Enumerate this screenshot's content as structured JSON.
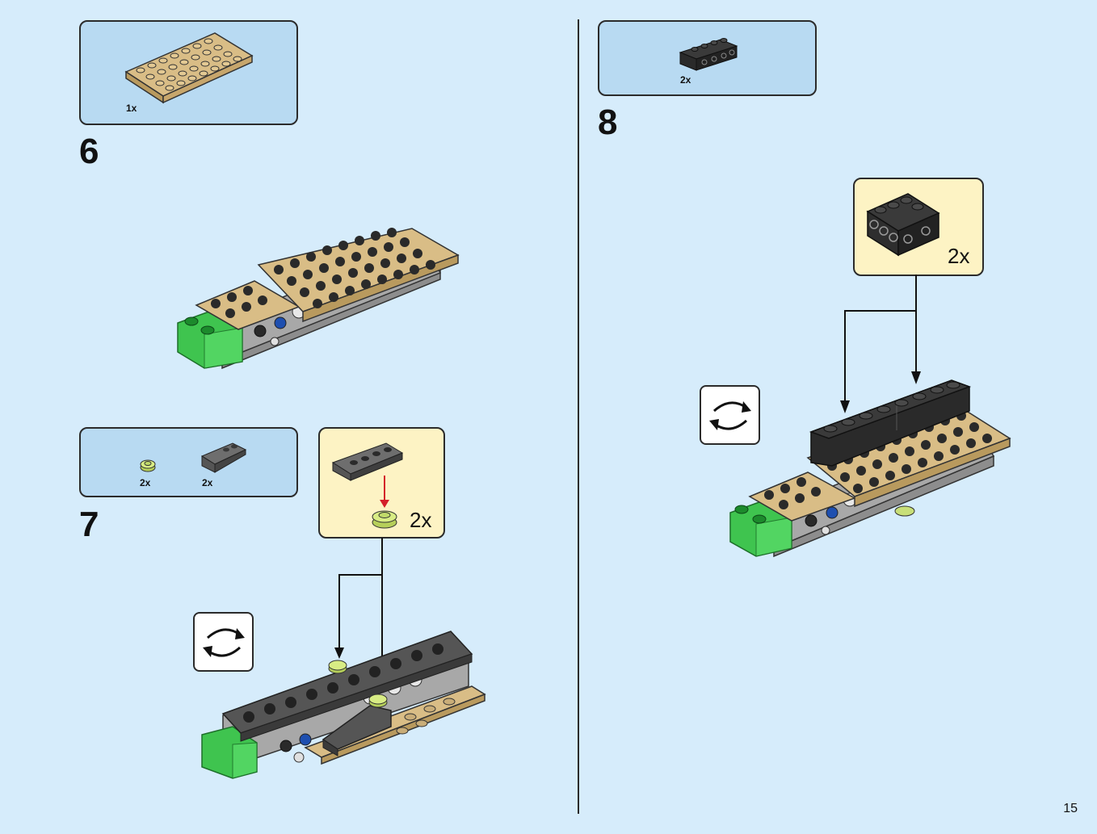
{
  "steps": [
    {
      "number": "6",
      "parts": [
        {
          "qty": "1x",
          "icon": "tan-plate-4x8-icon"
        }
      ]
    },
    {
      "number": "7",
      "parts": [
        {
          "qty": "2x",
          "icon": "lime-round-plate-icon"
        },
        {
          "qty": "2x",
          "icon": "dark-slope-icon"
        }
      ],
      "callout_qty": "2x"
    },
    {
      "number": "8",
      "parts": [
        {
          "qty": "2x",
          "icon": "black-brick-1x4-studs-icon"
        }
      ],
      "callout_qty": "2x"
    }
  ],
  "page_number": "15",
  "colors": {
    "background": "#d6ecfb",
    "parts_box": "#b8daf2",
    "callout": "#fdf3c4",
    "tan": "#d9bd86",
    "black": "#2a2a2a",
    "gray": "#a8a8a8",
    "green": "#3fc44f",
    "blue": "#1e4fb0",
    "arrow_red": "#d4202a"
  }
}
